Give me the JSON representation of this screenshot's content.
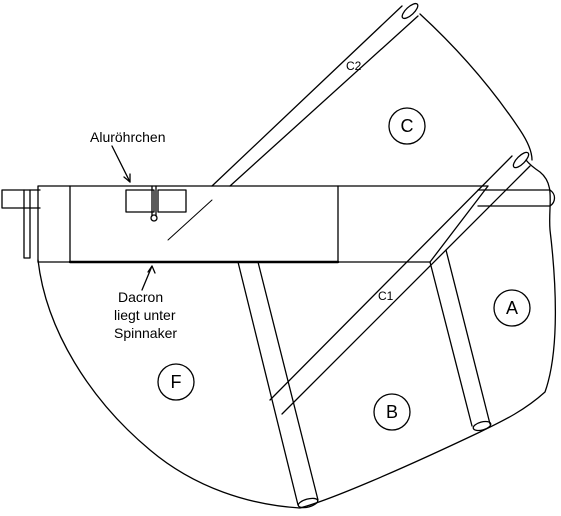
{
  "labels": {
    "tube_note": "Aluröhrchen",
    "dacron_line1": "Dacron",
    "dacron_line2": "liegt unter",
    "dacron_line3": "Spinnaker",
    "beam_c1": "C1",
    "beam_c2": "C2"
  },
  "panels": {
    "a": "A",
    "b": "B",
    "c": "C",
    "f": "F"
  }
}
